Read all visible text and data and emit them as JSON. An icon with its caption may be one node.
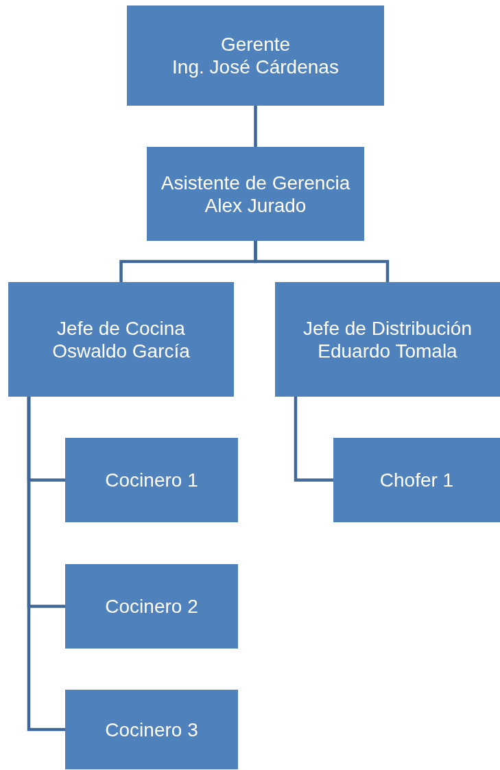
{
  "diagram": {
    "nodes": [
      {
        "text": [
          "Gerente",
          "Ing. José Cárdenas"
        ]
      },
      {
        "text": [
          "Asistente de Gerencia",
          "Alex Jurado"
        ]
      },
      {
        "text": [
          "Jefe de Cocina",
          "Oswaldo García"
        ]
      },
      {
        "text": [
          "Jefe de Distribución",
          "Eduardo Tomala"
        ]
      },
      {
        "text": [
          "Cocinero 1"
        ]
      },
      {
        "text": [
          "Cocinero 2"
        ]
      },
      {
        "text": [
          "Cocinero 3"
        ]
      },
      {
        "text": [
          "Chofer 1"
        ]
      }
    ],
    "edges": [
      {
        "from": 0,
        "to": 1,
        "arrow": "none"
      },
      {
        "from": 1,
        "to": 2,
        "arrow": "none"
      },
      {
        "from": 1,
        "to": 3,
        "arrow": "none"
      },
      {
        "from": 2,
        "to": 4,
        "arrow": "none"
      },
      {
        "from": 2,
        "to": 5,
        "arrow": "none"
      },
      {
        "from": 2,
        "to": 6,
        "arrow": "none"
      },
      {
        "from": 3,
        "to": 7,
        "arrow": "none"
      }
    ]
  }
}
